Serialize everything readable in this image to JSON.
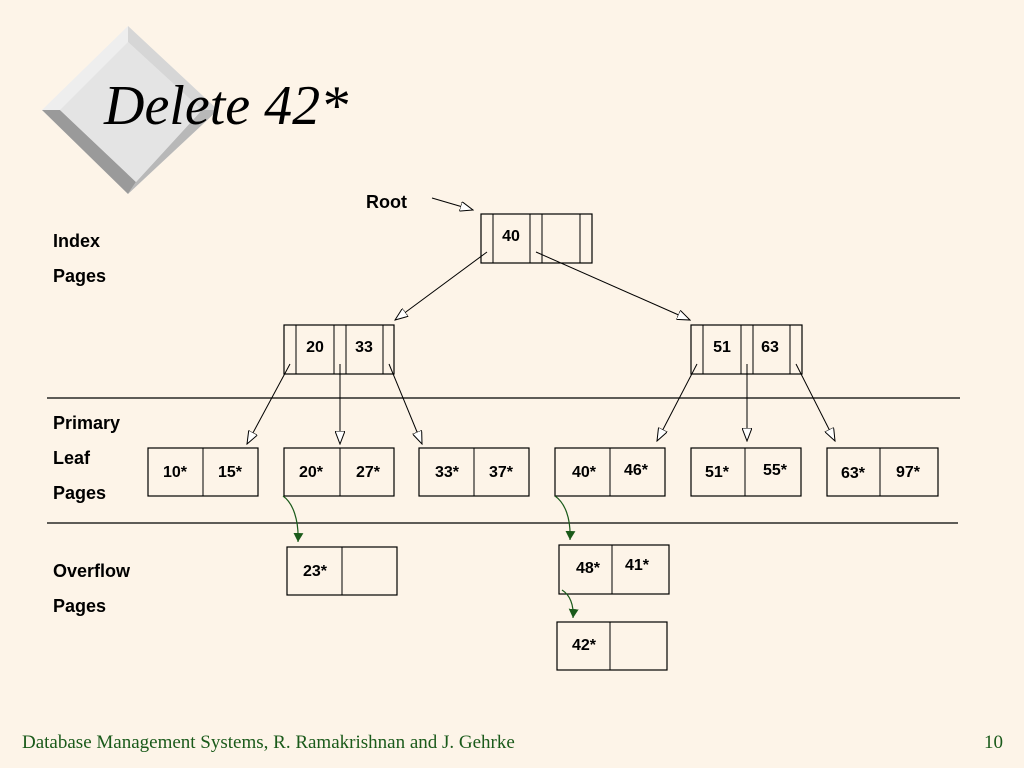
{
  "slide": {
    "title": "Delete 42*",
    "footer_text": "Database Management Systems, R. Ramakrishnan and J. Gehrke",
    "page_number": "10"
  },
  "labels": {
    "root": "Root",
    "index_line1": "Index",
    "index_line2": "Pages",
    "primary_line1": "Primary",
    "primary_line2": "Leaf",
    "primary_line3": "Pages",
    "overflow_line1": "Overflow",
    "overflow_line2": "Pages"
  },
  "tree": {
    "root_keys": [
      "40"
    ],
    "index_left_keys": [
      "20",
      "33"
    ],
    "index_right_keys": [
      "51",
      "63"
    ],
    "leaf_pages": [
      [
        "10*",
        "15*"
      ],
      [
        "20*",
        "27*"
      ],
      [
        "33*",
        "37*"
      ],
      [
        "40*",
        "46*"
      ],
      [
        "51*",
        "55*"
      ],
      [
        "63*",
        "97*"
      ]
    ],
    "overflow_pages": [
      [
        "23*",
        ""
      ],
      [
        "48*",
        "41*"
      ],
      [
        "42*",
        ""
      ]
    ]
  },
  "colors": {
    "background": "#fdf4e8",
    "footer_text": "#1a5a1a",
    "overflow_arrow": "#1a5a1a"
  }
}
